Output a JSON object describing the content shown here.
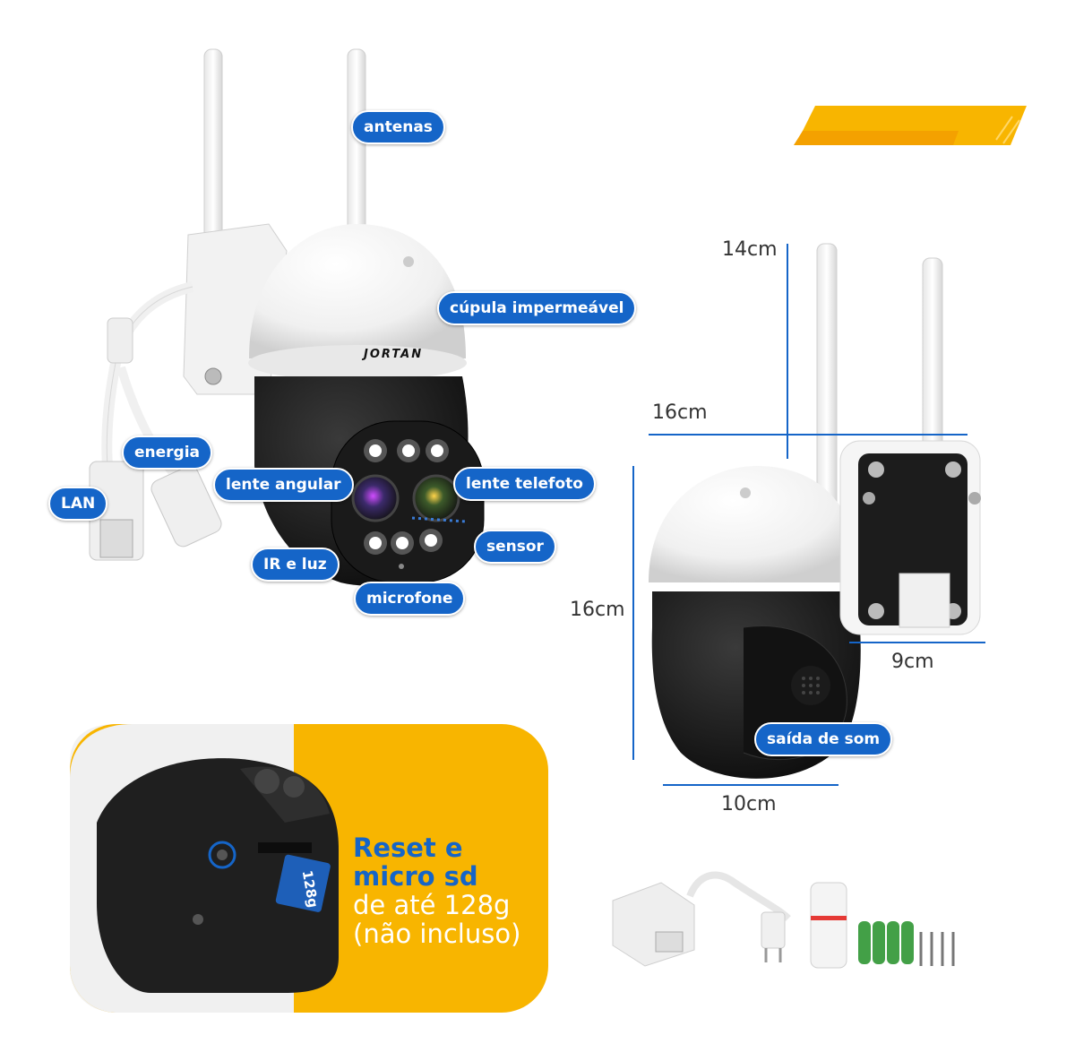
{
  "labels": {
    "antenas": "antenas",
    "cupula": "cúpula impermeável",
    "energia": "energia",
    "lan": "LAN",
    "lente_angular": "lente angular",
    "lente_telefoto": "lente telefoto",
    "sensor": "sensor",
    "ir_luz": "IR e luz",
    "microfone": "microfone",
    "saida_som": "saída de som"
  },
  "brand": "JORTAN",
  "dimensions": {
    "antenna_height": "14cm",
    "width_top": "16cm",
    "height_side": "16cm",
    "mount_width": "9cm",
    "base_width": "10cm"
  },
  "sd_card": {
    "capacity": "128g",
    "title_line1": "Reset e",
    "title_line2": "micro sd",
    "desc_line1": "de até 128g",
    "desc_line2": "(não incluso)"
  },
  "colors": {
    "accent_blue": "#1565c8",
    "accent_yellow": "#f8b500"
  }
}
